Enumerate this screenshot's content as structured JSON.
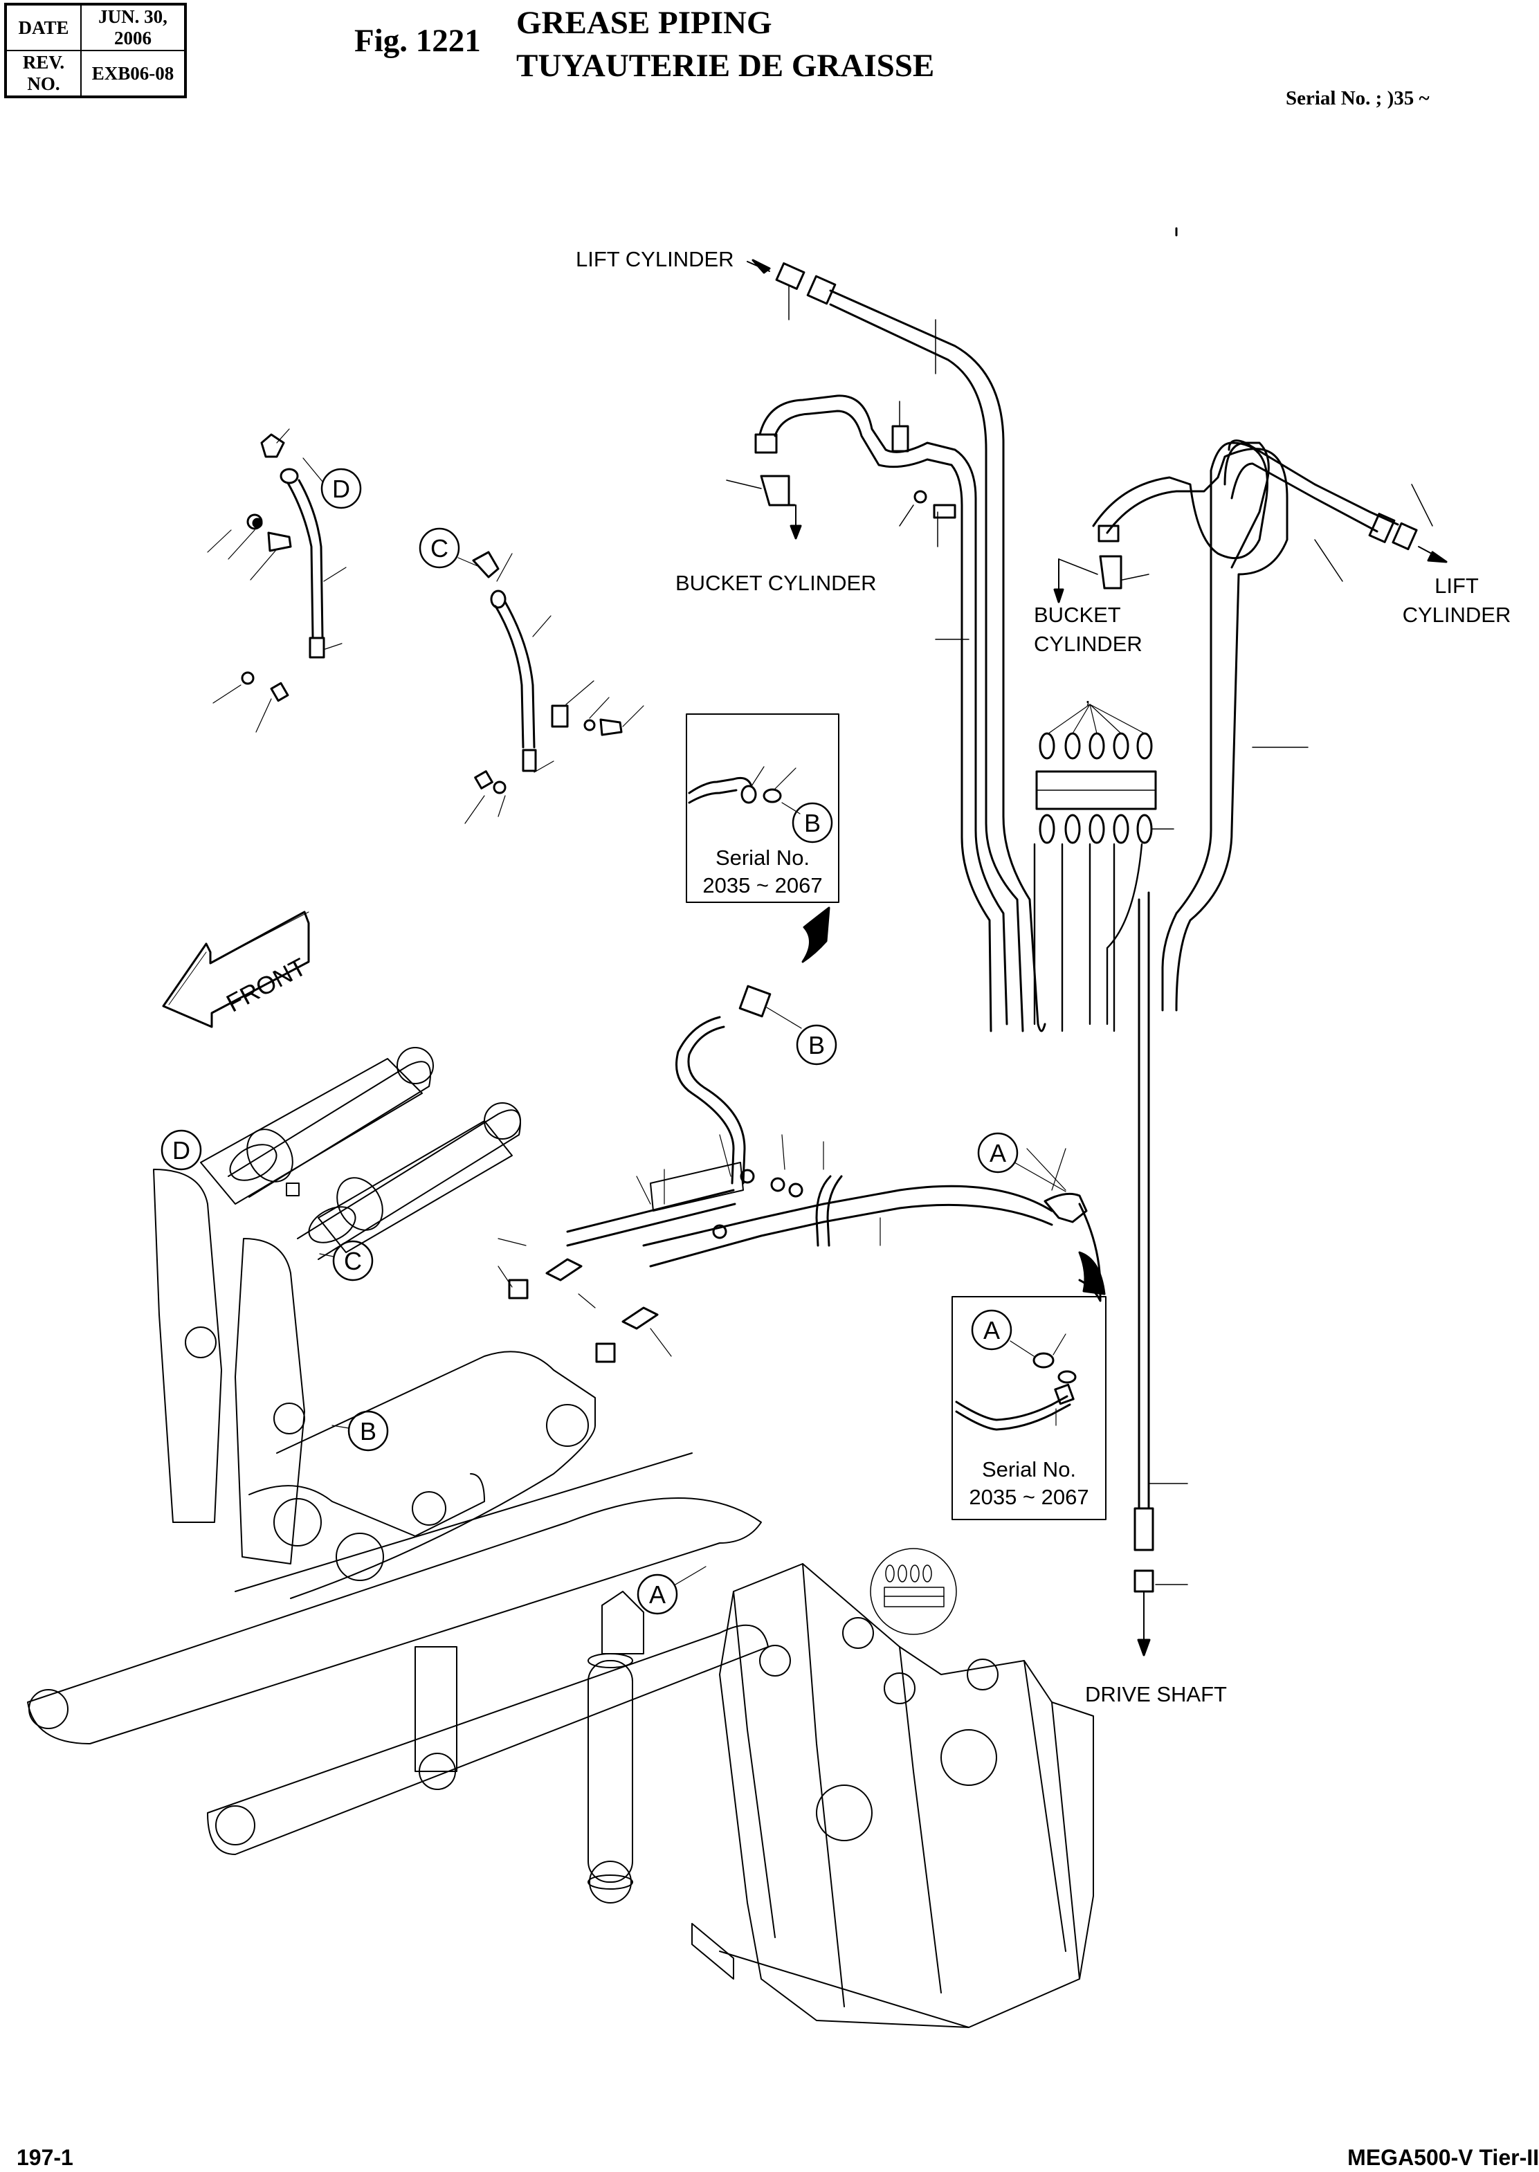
{
  "header": {
    "date_label": "DATE",
    "date_value": "JUN. 30, 2006",
    "rev_label": "REV. NO.",
    "rev_value": "EXB06-08",
    "figure_number": "Fig. 1221",
    "title_en": "GREASE PIPING",
    "title_fr": "TUYAUTERIE DE GRAISSE",
    "serial_range": "Serial No. ;    )35 ~"
  },
  "labels": {
    "lift_cylinder_top": "LIFT CYLINDER",
    "bucket_cylinder_mid": "BUCKET CYLINDER",
    "bucket_cylinder_right_1": "BUCKET",
    "bucket_cylinder_right_2": "CYLINDER",
    "lift_cylinder_right_1": "LIFT",
    "lift_cylinder_right_2": "CYLINDER",
    "drive_shaft": "DRIVE SHAFT",
    "front_arrow": "FRONT",
    "manifold_mark": ","
  },
  "callouts": {
    "a": "A",
    "b": "B",
    "c": "C",
    "d": "D"
  },
  "insets": [
    {
      "callout": "B",
      "serial_label": "Serial No.",
      "serial_range": "2035 ~ 2067"
    },
    {
      "callout": "A",
      "serial_label": "Serial No.",
      "serial_range": "2035 ~ 2067"
    }
  ],
  "footer": {
    "page_number": "197-1",
    "model": "MEGA500-V Tier-II"
  }
}
